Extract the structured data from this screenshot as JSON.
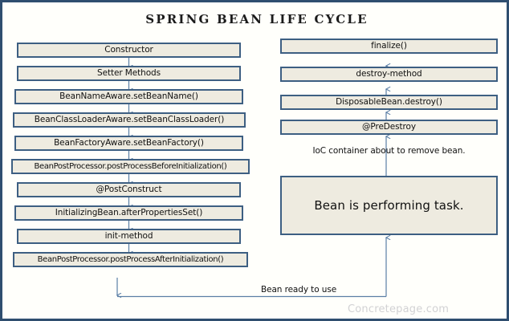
{
  "title": "SPRING  BEAN  LIFE  CYCLE",
  "colors": {
    "frame_border": "#2f4e6f",
    "node_border": "#3d5f82",
    "node_fill": "#eeebe0",
    "connector": "#5b7fa6",
    "page_background": "#fffffb",
    "text": "#101010",
    "watermark": "#d2d2d4"
  },
  "left_column": {
    "nodes": [
      {
        "label": "Constructor"
      },
      {
        "label": "Setter  Methods"
      },
      {
        "label": "BeanNameAware.setBeanName()"
      },
      {
        "label": "BeanClassLoaderAware.setBeanClassLoader()"
      },
      {
        "label": "BeanFactoryAware.setBeanFactory()"
      },
      {
        "label": "BeanPostProcessor.postProcessBeforeInitialization()"
      },
      {
        "label": "@PostConstruct"
      },
      {
        "label": "InitializingBean.afterPropertiesSet()"
      },
      {
        "label": "init-method"
      },
      {
        "label": "BeanPostProcessor.postProcessAfterInitialization()"
      }
    ]
  },
  "right_column": {
    "nodes": [
      {
        "label": "finalize()"
      },
      {
        "label": "destroy-method"
      },
      {
        "label": "DisposableBean.destroy()"
      },
      {
        "label": "@PreDestroy"
      }
    ],
    "note": "IoC container about to remove bean.",
    "active_node": "Bean is performing task."
  },
  "bottom": {
    "flow_label": "Bean ready to use"
  },
  "watermark": "Concretepage.com"
}
